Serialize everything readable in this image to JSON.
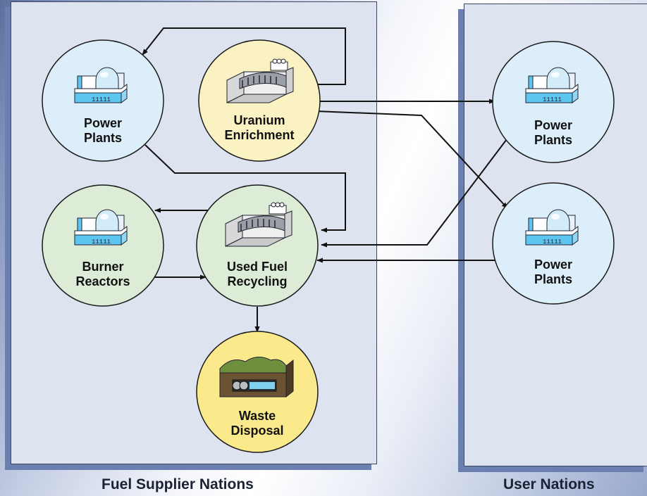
{
  "sections": {
    "supplier": "Fuel Supplier Nations",
    "user": "User Nations"
  },
  "nodes": {
    "power_plants_supplier": {
      "line1": "Power",
      "line2": "Plants",
      "fill": "#dbeefa",
      "icon": "power-plant-icon"
    },
    "uranium_enrichment": {
      "line1": "Uranium",
      "line2": "Enrichment",
      "fill": "#fbf2c4",
      "icon": "enrichment-facility-icon"
    },
    "burner_reactors": {
      "line1": "Burner",
      "line2": "Reactors",
      "fill": "#dcecd6",
      "icon": "power-plant-icon"
    },
    "used_fuel_recycling": {
      "line1": "Used Fuel",
      "line2": "Recycling",
      "fill": "#dcecd6",
      "icon": "recycling-facility-icon"
    },
    "waste_disposal": {
      "line1": "Waste",
      "line2": "Disposal",
      "fill": "#fbea8c",
      "icon": "repository-icon"
    },
    "power_plants_user_1": {
      "line1": "Power",
      "line2": "Plants",
      "fill": "#dbeefa",
      "icon": "power-plant-icon"
    },
    "power_plants_user_2": {
      "line1": "Power",
      "line2": "Plants",
      "fill": "#dbeefa",
      "icon": "power-plant-icon"
    }
  },
  "flows": [
    [
      "uranium_enrichment",
      "power_plants_supplier"
    ],
    [
      "power_plants_supplier",
      "used_fuel_recycling"
    ],
    [
      "uranium_enrichment",
      "power_plants_user_1"
    ],
    [
      "uranium_enrichment",
      "power_plants_user_2"
    ],
    [
      "power_plants_user_1",
      "used_fuel_recycling"
    ],
    [
      "power_plants_user_2",
      "used_fuel_recycling"
    ],
    [
      "used_fuel_recycling",
      "burner_reactors"
    ],
    [
      "burner_reactors",
      "used_fuel_recycling"
    ],
    [
      "used_fuel_recycling",
      "waste_disposal"
    ]
  ]
}
